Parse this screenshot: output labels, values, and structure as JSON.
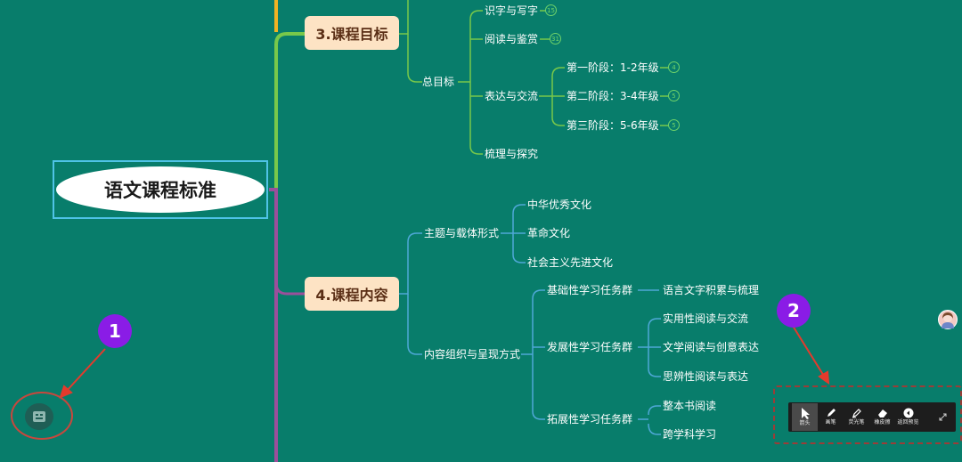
{
  "root": {
    "title": "语文课程标准"
  },
  "topics": {
    "goals": "3.课程目标",
    "content": "4.课程内容"
  },
  "goals": {
    "overall": "总目标",
    "literacy": {
      "label": "识字与写字",
      "count": "15"
    },
    "reading": {
      "label": "阅读与鉴赏",
      "count": "31"
    },
    "expression": {
      "label": "表达与交流",
      "stages": [
        {
          "label": "第一阶段：1-2年级",
          "count": "4"
        },
        {
          "label": "第二阶段：3-4年级",
          "count": "5"
        },
        {
          "label": "第三阶段：5-6年级",
          "count": "5"
        }
      ]
    },
    "inquiry": "梳理与探究"
  },
  "content": {
    "theme": {
      "label": "主题与载体形式",
      "items": [
        "中华优秀文化",
        "革命文化",
        "社会主义先进文化"
      ]
    },
    "organization": {
      "label": "内容组织与呈现方式",
      "groups": [
        {
          "label": "基础性学习任务群",
          "items": [
            "语言文字积累与梳理"
          ]
        },
        {
          "label": "发展性学习任务群",
          "items": [
            "实用性阅读与交流",
            "文学阅读与创意表达",
            "思辨性阅读与表达"
          ]
        },
        {
          "label": "拓展性学习任务群",
          "items": [
            "整本书阅读",
            "跨学科学习"
          ]
        }
      ]
    }
  },
  "markers": [
    "1",
    "2"
  ],
  "toolbar": {
    "tools": [
      {
        "label": "箭头",
        "icon": "cursor-icon"
      },
      {
        "label": "画笔",
        "icon": "pen-icon"
      },
      {
        "label": "荧光笔",
        "icon": "highlighter-icon"
      },
      {
        "label": "橡皮擦",
        "icon": "eraser-icon"
      },
      {
        "label": "返回预览",
        "icon": "return-icon"
      }
    ],
    "expand_icon": "expand-icon"
  },
  "colors": {
    "background": "#087d6b",
    "branch_goals": "#78c84a",
    "branch_content": "#9b4f9b",
    "marker": "#8a1ce6",
    "highlight": "#c9473d"
  }
}
